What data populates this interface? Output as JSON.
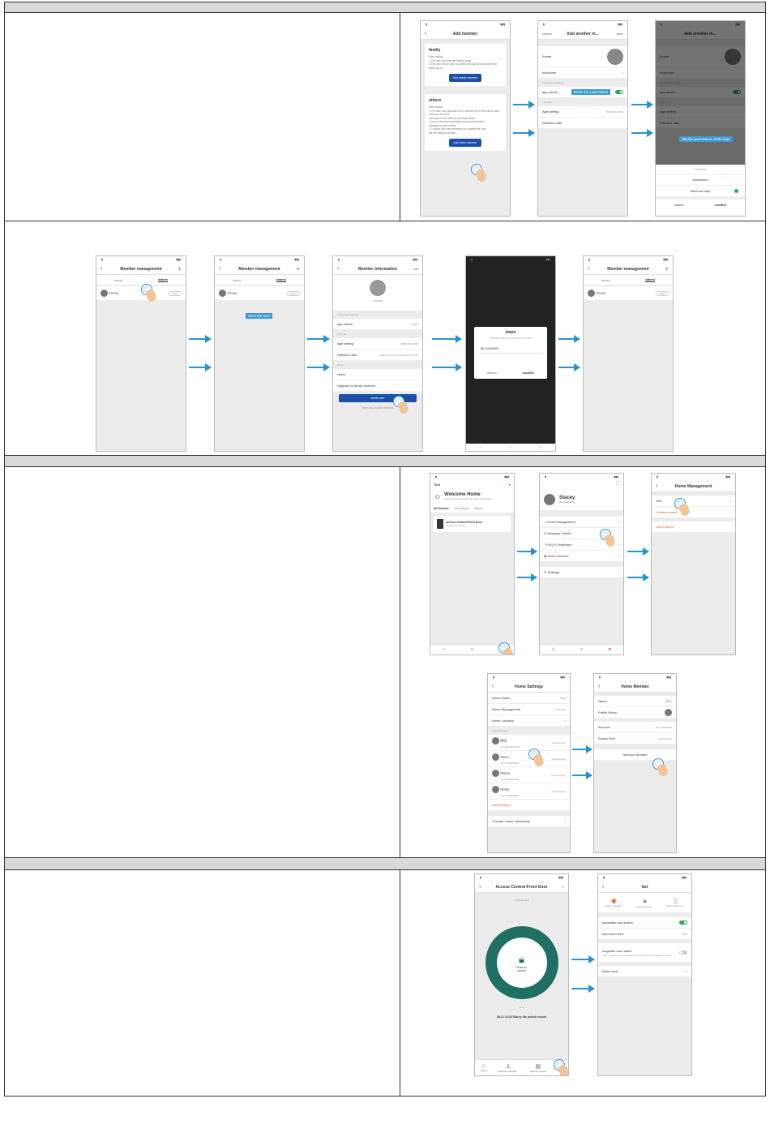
{
  "step1": {
    "add_member": {
      "title": "Add member",
      "family_title": "family",
      "family_desc": [
        "After adding:",
        "1.The user will enter the family group",
        "2.The user will be able to control and use all products of the family group"
      ],
      "family_btn": "Add family member",
      "others_title": "others",
      "others_desc": [
        "After adding:",
        "1.The user only appears in the member list of the current door lock and not in the",
        "correspondence with the opening record",
        "2.Users cannot get operational and authorization",
        "privileges on any device",
        "3.To grant the user permission to operate the lock,",
        "set the sharing function"
      ],
      "others_btn": "Add other member"
    },
    "add_another": {
      "title": "Add another m...",
      "cancel": "cancel",
      "save": "save",
      "avatar": "Avatar",
      "nickname": "nickname",
      "perm_section": "Permission settings",
      "app_unlock": "app unlock",
      "time_section": "Time set",
      "age_setting": "Age setting",
      "age_value": "Start and stop",
      "effective": "Effective date"
    },
    "tip_name": "Enter the User Name",
    "tip_perm": "Set the permission of the user",
    "sheet": {
      "title": "Time set",
      "opt1": "permanent",
      "opt2": "Start and stop",
      "cancel": "cancel",
      "confirm": "confirm"
    }
  },
  "step2": {
    "member_mgmt": "Member management",
    "tab_family": "family",
    "tab_others": "others",
    "member_name": "Snowy",
    "member_badge": "others",
    "tip_click": "Click the user",
    "info": {
      "title": "Member information",
      "edit": "edit",
      "name": "Snowy",
      "perm_section": "Permission settings",
      "app_unlock": "app unlock",
      "app_unlock_val": "open",
      "time_section": "Time set",
      "age_setting": "Age setting",
      "age_value": "Start and stop",
      "effective": "Effective date",
      "effective_val": "2020-08-11 15:02-2020-08-19 15:02",
      "share_section": "share",
      "share": "share",
      "upgrade": "Upgrade to family member",
      "delete_btn": "delete user",
      "reset": "Reset all unlock methods"
    },
    "share_dialog": {
      "title": "share",
      "hint": "Please enter an account to share",
      "account": "86-120000000",
      "cancel": "cancel",
      "confirm": "confirm"
    }
  },
  "step3": {
    "home": {
      "home_name": "Test",
      "welcome": "Welcome Home",
      "sub": "Set your home location for more information",
      "tabs": [
        "All Devices",
        "Living Room",
        "Master"
      ],
      "device": "Access Control-Front Door",
      "device_sub": "Shadow Functions"
    },
    "me": {
      "name": "Stacey",
      "account": "86-130000003",
      "items": [
        "Home Management",
        "Message Center",
        "FAQ & Feedback",
        "More Services",
        "Settings"
      ]
    },
    "home_mgmt": {
      "title": "Home Management",
      "home": "Test",
      "create": "Create a home",
      "join": "Join a home"
    },
    "home_settings": {
      "title": "Home Settings",
      "rows": [
        {
          "label": "Home Name",
          "value": "Test"
        },
        {
          "label": "Room Management",
          "value": "4 Room(s)"
        },
        {
          "label": "Home Location",
          "value": ""
        }
      ],
      "member_section": "Home Member",
      "members": [
        {
          "name": "测试",
          "acct": "86-12400000000",
          "role": "Administrator"
        },
        {
          "name": "Jason",
          "acct": "86-12400000087",
          "role": "Administrator"
        },
        {
          "name": "Stacey",
          "acct": "86-12400000087",
          "role": "Home Owner"
        },
        {
          "name": "Windy",
          "acct": "86-12400000087",
          "role": "Administrator"
        }
      ],
      "add_member": "Add Member",
      "transfer": "Transfer Home Ownership"
    },
    "home_member": {
      "title": "Home Member",
      "rows": [
        {
          "label": "Name",
          "value": "测试"
        },
        {
          "label": "Profile Photo",
          "value": ""
        },
        {
          "label": "Account",
          "value": "86-120000000"
        },
        {
          "label": "Family Role",
          "value": "Administrator"
        }
      ],
      "remove": "Remove Member"
    }
  },
  "step4": {
    "door": {
      "title": "Access Control-Front Door",
      "status": "door closed",
      "press": "Press to unlock",
      "record": "08-11 14:24 Stacey life unlock record",
      "tabs": [
        "Alarm",
        "Member manage...",
        "Opening record",
        "Set"
      ]
    },
    "set": {
      "title": "Set",
      "icons": [
        "Finger manage...",
        "password man...",
        "Door card man..."
      ],
      "auto_lock": "automatic lock switch",
      "open_time": "open door time",
      "open_time_val": "10s",
      "magnetic": "magnetic door alarm",
      "magnetic_desc": "When selected, an intrusion on the door lock will trigger an alarm",
      "alarm_time": "Alarm time"
    }
  }
}
